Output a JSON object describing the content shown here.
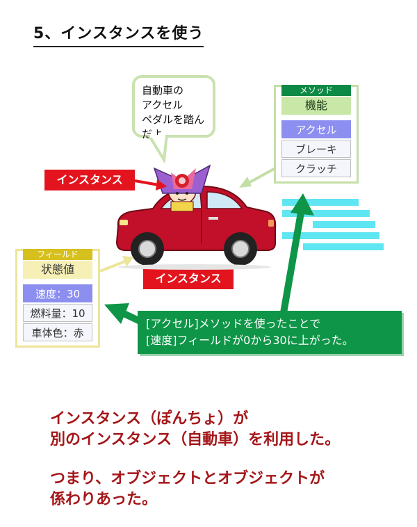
{
  "title": "5、インスタンスを使う",
  "speech_bubble": [
    "自動車の",
    "アクセル",
    "ペダルを踏ん",
    "だよ。"
  ],
  "instance_label_top": "インスタンス",
  "instance_label_car": "インスタンス",
  "method_panel": {
    "tag": "メソッド",
    "heading": "機能",
    "items": [
      "アクセル",
      "ブレーキ",
      "クラッチ"
    ]
  },
  "field_panel": {
    "tag": "フィールド",
    "heading": "状態値",
    "items": [
      "速度：30",
      "燃料量：10",
      "車体色：赤"
    ]
  },
  "explanation": [
    "[アクセル]メソッドを使ったことで",
    "[速度]フィールドが0から30に上がった。"
  ],
  "summary": [
    "インスタンス（ぽんちょ）が",
    "別のインスタンス（自動車）を利用した。",
    "つまり、オブジェクトとオブジェクトが",
    "係わりあった。"
  ]
}
